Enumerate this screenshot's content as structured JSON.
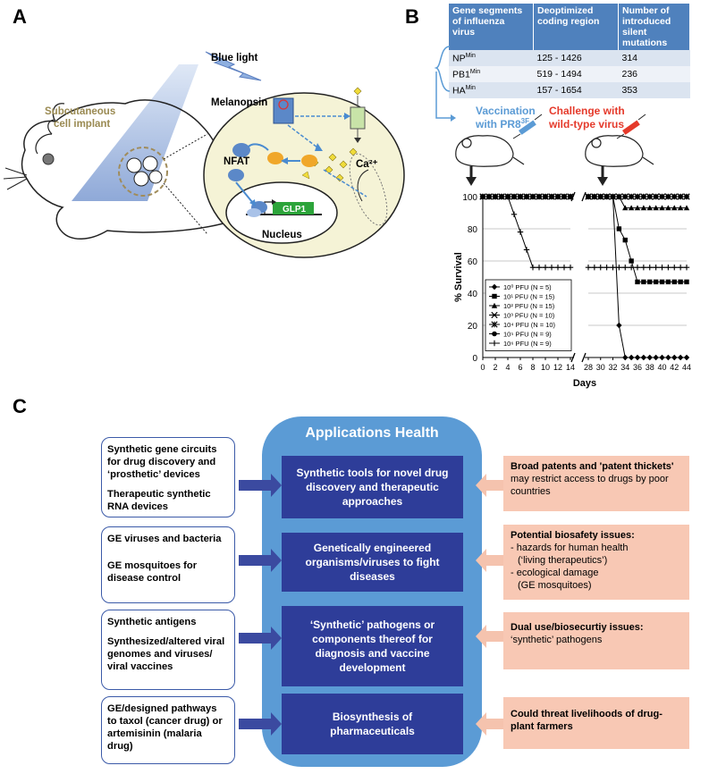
{
  "panels": {
    "a": "A",
    "b": "B",
    "c": "C"
  },
  "panel_a": {
    "blue_light": "Blue light",
    "implant_line1": "Subcutaneous",
    "implant_line2": "cell implant",
    "melanopsin": "Melanopsin",
    "nfat": "NFAT",
    "ca": "Ca²⁺",
    "glp1": "GLP1",
    "nucleus": "Nucleus",
    "colors": {
      "cell_fill": "#f5f3d6",
      "light_beam": "#9eb6de",
      "glp1": "#2ca43a",
      "implant_text": "#9a8a52"
    }
  },
  "panel_b": {
    "table": {
      "headers": [
        "Gene segments of influenza virus",
        "Deoptimized coding region",
        "Number of introduced silent mutations"
      ],
      "rows": [
        {
          "gene": "NP",
          "sup": "Min",
          "region": "125 - 1426",
          "mutations": "314"
        },
        {
          "gene": "PB1",
          "sup": "Min",
          "region": "519 - 1494",
          "mutations": "236"
        },
        {
          "gene": "HA",
          "sup": "Min",
          "region": "157 - 1654",
          "mutations": "353"
        }
      ]
    },
    "vaccination_line1": "Vaccination",
    "vaccination_line2": "with PR8",
    "vaccination_sup": "3F",
    "challenge_line1": "Challenge with",
    "challenge_line2": "wild-type virus",
    "colors": {
      "vaccination": "#5b9bd5",
      "challenge": "#e53a2b",
      "table_header": "#4f81bd"
    }
  },
  "chart_data": {
    "type": "line",
    "ylabel": "% Survival",
    "xlabel": "Days",
    "ylim": [
      0,
      100
    ],
    "yticks": [
      0,
      20,
      40,
      60,
      80,
      100
    ],
    "xticks_left": [
      "0",
      "2",
      "4",
      "6",
      "8",
      "10",
      "12",
      "14"
    ],
    "xticks_right": [
      "28",
      "30",
      "32",
      "34",
      "36",
      "38",
      "40",
      "42",
      "44"
    ],
    "axis_break": true,
    "grid": "horizontal",
    "legend_position": "inside-bottom-left",
    "series": [
      {
        "name": "10⁰ PFU (N = 5)",
        "marker": "diamond",
        "left": [
          [
            0,
            100
          ],
          [
            14,
            100
          ]
        ],
        "right": [
          [
            28,
            100
          ],
          [
            32,
            100
          ],
          [
            33,
            20
          ],
          [
            34,
            0
          ],
          [
            44,
            0
          ]
        ]
      },
      {
        "name": "10¹ PFU (N = 15)",
        "marker": "square",
        "left": [
          [
            0,
            100
          ],
          [
            14,
            100
          ]
        ],
        "right": [
          [
            28,
            100
          ],
          [
            32,
            100
          ],
          [
            33,
            80
          ],
          [
            34,
            73
          ],
          [
            35,
            60
          ],
          [
            36,
            47
          ],
          [
            44,
            47
          ]
        ]
      },
      {
        "name": "10² PFU (N = 15)",
        "marker": "triangle",
        "left": [
          [
            0,
            100
          ],
          [
            14,
            100
          ]
        ],
        "right": [
          [
            28,
            100
          ],
          [
            33,
            100
          ],
          [
            34,
            93
          ],
          [
            44,
            93
          ]
        ]
      },
      {
        "name": "10³ PFU (N = 10)",
        "marker": "x",
        "left": [
          [
            0,
            100
          ],
          [
            14,
            100
          ]
        ],
        "right": [
          [
            28,
            100
          ],
          [
            44,
            100
          ]
        ]
      },
      {
        "name": "10⁴ PFU (N = 10)",
        "marker": "star",
        "left": [
          [
            0,
            100
          ],
          [
            14,
            100
          ]
        ],
        "right": [
          [
            28,
            100
          ],
          [
            44,
            100
          ]
        ]
      },
      {
        "name": "10⁵ PFU (N = 9)",
        "marker": "circle",
        "left": [
          [
            0,
            100
          ],
          [
            14,
            100
          ]
        ],
        "right": [
          [
            28,
            100
          ],
          [
            44,
            100
          ]
        ]
      },
      {
        "name": "10⁶ PFU (N = 9)",
        "marker": "plus",
        "left": [
          [
            0,
            100
          ],
          [
            4,
            100
          ],
          [
            5,
            89
          ],
          [
            6,
            78
          ],
          [
            7,
            67
          ],
          [
            8,
            56
          ],
          [
            14,
            56
          ]
        ],
        "right": [
          [
            28,
            56
          ],
          [
            44,
            56
          ]
        ]
      }
    ]
  },
  "panel_c": {
    "title": "Applications Health",
    "left": [
      [
        "Synthetic gene circuits for drug discovery and ‘prosthetic’ devices",
        "Therapeutic synthetic RNA devices"
      ],
      [
        "GE viruses and bacteria",
        "GE mosquitoes for disease control"
      ],
      [
        "Synthetic antigens",
        "Synthesized/altered viral genomes and viruses/ viral vaccines"
      ],
      [
        "GE/designed pathways to taxol (cancer drug) or artemisinin (malaria drug)"
      ]
    ],
    "center": [
      "Synthetic tools for novel drug discovery and therapeutic approaches",
      "Genetically engineered organisms/viruses to fight diseases",
      "‘Synthetic’ pathogens or components thereof for diagnosis and vaccine development",
      "Biosynthesis of pharmaceuticals"
    ],
    "right": [
      {
        "bold": "Broad patents and 'patent thickets'",
        "rest": " may restrict access to drugs by poor countries"
      },
      {
        "bold": "Potential biosafety issues:",
        "lines": [
          "- hazards for human health",
          "  (‘living therapeutics’)",
          "- ecological damage",
          "  (GE mosquitoes)"
        ]
      },
      {
        "bold": "Dual use/biosecurtiy issues:",
        "lines": [
          "‘synthetic’ pathogens"
        ]
      },
      {
        "bold": "Could threat livelihoods of drug-plant farmers",
        "rest": ""
      }
    ],
    "colors": {
      "rounded_bg": "#5b9bd5",
      "center_box": "#2e3d99",
      "right_box": "#f8c8b4",
      "arrow_left": "#3b4aa0",
      "arrow_right": "#f5c3ae"
    }
  }
}
